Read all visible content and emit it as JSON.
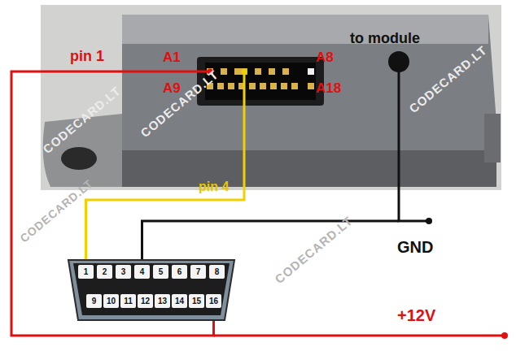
{
  "diagram": {
    "nodes": [
      {
        "text": [
          "A1",
          "A9",
          "A8",
          "A18"
        ]
      },
      {
        "text": [
          "1",
          "2",
          "3",
          "4",
          "5",
          "6",
          "7",
          "8",
          "9",
          "10",
          "11",
          "12",
          "13",
          "14",
          "15",
          "16"
        ]
      }
    ],
    "edges": [
      {
        "from": 0,
        "to": 1,
        "arrow": "none",
        "label": "pin 1"
      },
      {
        "from": 0,
        "to": 1,
        "arrow": "none",
        "label": "pin 4"
      }
    ],
    "labels": [
      "to module",
      "GND",
      "+12V",
      "CODECARD.LT",
      "CODECARD.LT",
      "CODECARD.LT",
      "CODECARD.LT",
      "CODECARD.LT"
    ]
  }
}
